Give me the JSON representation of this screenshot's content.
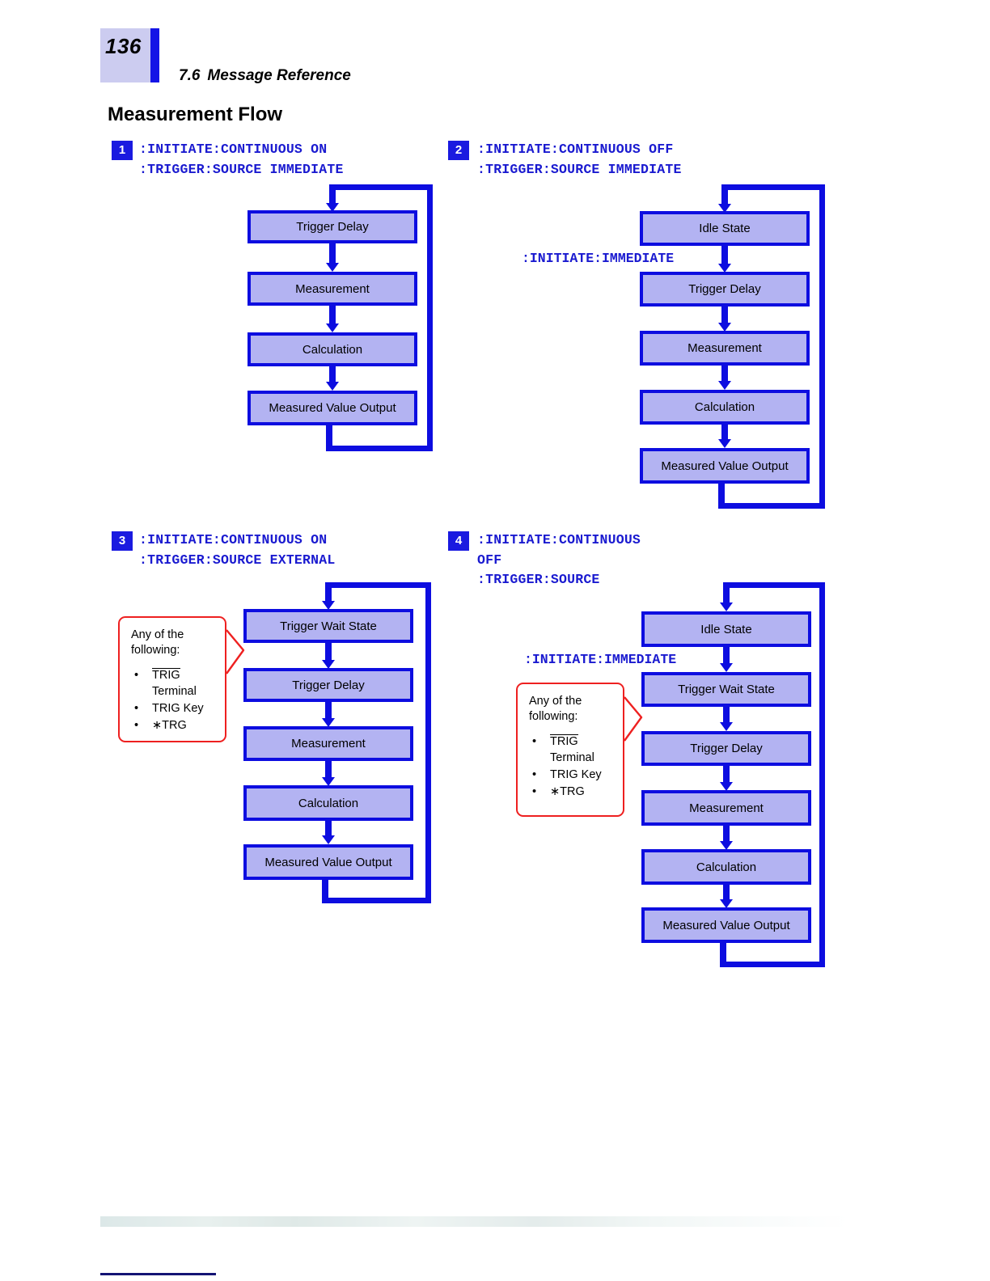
{
  "page": {
    "number": "136",
    "section_number": "7.6",
    "section_title": "Message Reference",
    "title": "Measurement Flow"
  },
  "colors": {
    "node_fill": "#b3b3f2",
    "node_border": "#0d0de0",
    "command_text": "#1a1ad0",
    "badge_fill": "#1a1ae0",
    "callout_border": "#ee2020",
    "page_badge_fill": "#ccccf0",
    "footer_rule": "#131374"
  },
  "callout": {
    "intro": "Any of the\nfollowing:",
    "items": [
      {
        "bullet": "•",
        "overline_text": "TRIG",
        "text": "Terminal"
      },
      {
        "bullet": "•",
        "text": "TRIG Key"
      },
      {
        "bullet": "•",
        "text": "∗TRG"
      }
    ]
  },
  "diagrams": [
    {
      "index": "1",
      "commands": ":INITIATE:CONTINUOUS ON\n:TRIGGER:SOURCE IMMEDIATE",
      "inline_command": null,
      "has_callout": false,
      "nodes": [
        "Trigger Delay",
        "Measurement",
        "Calculation",
        "Measured Value Output"
      ]
    },
    {
      "index": "2",
      "commands": ":INITIATE:CONTINUOUS OFF\n:TRIGGER:SOURCE IMMEDIATE",
      "inline_command": ":INITIATE:IMMEDIATE",
      "has_callout": false,
      "nodes": [
        "Idle State",
        "Trigger Delay",
        "Measurement",
        "Calculation",
        "Measured Value Output"
      ]
    },
    {
      "index": "3",
      "commands": ":INITIATE:CONTINUOUS ON\n:TRIGGER:SOURCE EXTERNAL",
      "inline_command": null,
      "has_callout": true,
      "nodes": [
        "Trigger Wait State",
        "Trigger Delay",
        "Measurement",
        "Calculation",
        "Measured Value Output"
      ]
    },
    {
      "index": "4",
      "commands": ":INITIATE:CONTINUOUS\nOFF\n:TRIGGER:SOURCE",
      "inline_command": ":INITIATE:IMMEDIATE",
      "has_callout": true,
      "nodes": [
        "Idle State",
        "Trigger Wait State",
        "Trigger Delay",
        "Measurement",
        "Calculation",
        "Measured Value Output"
      ]
    }
  ]
}
